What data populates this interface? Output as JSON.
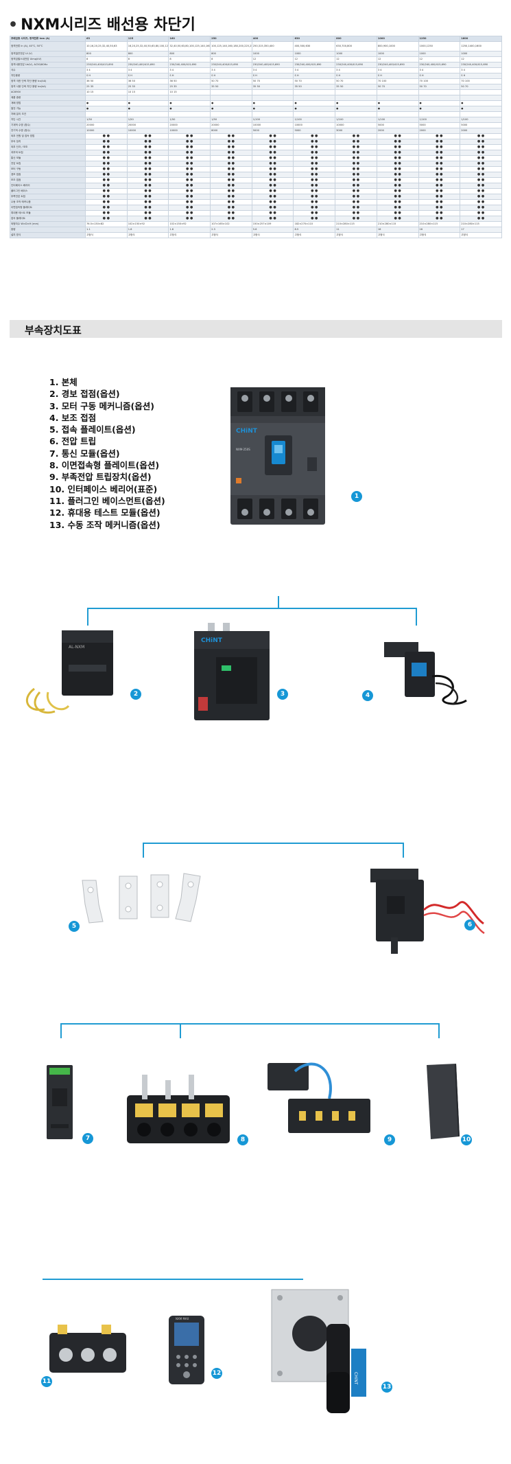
{
  "page": {
    "bullet": "•",
    "title": "NXM시리즈 배선용 차단기"
  },
  "spec_table": {
    "header_label": "프레임형 사이즈, 정격전류 Inm (A)",
    "frames": [
      "63",
      "125",
      "160",
      "250",
      "400",
      "630",
      "800",
      "1000",
      "1250",
      "1600"
    ],
    "rows": [
      {
        "label": "정격전류 In (A), 40°C, 50°C",
        "tall": true,
        "cells": [
          "10,16,20,25,32,40,50,63",
          "16,20,25,32,40,50,63,80,100,125",
          "32,40,50,63,80,100,125,140,160",
          "100,125,140,160,180,200,225,250",
          "250,315,350,400",
          "400,500,630",
          "630,700,800",
          "800,900,1000",
          "1000,1250",
          "1250,1400,1600"
        ]
      },
      {
        "label": "정격절연전압 Ui (V)",
        "cells": [
          "800",
          "800",
          "800",
          "800",
          "1000",
          "1000",
          "1000",
          "1000",
          "1000",
          "1000"
        ]
      },
      {
        "label": "정격임펄스내전압 Uimp(kV)",
        "cells": [
          "8",
          "8",
          "8",
          "8",
          "12",
          "12",
          "12",
          "12",
          "12",
          "12"
        ]
      },
      {
        "label": "정격사용전압 Ue(V), AC50/60Hz",
        "cells": [
          "230/240,400/415,690",
          "230/240,400/415,690",
          "230/240,400/415,690",
          "230/240,400/415,690",
          "230/240,400/415,690",
          "230/240,400/415,690",
          "230/240,400/415,690",
          "230/240,400/415,690",
          "230/240,400/415,690",
          "230/240,400/415,690"
        ]
      },
      {
        "label": "극수",
        "cells": [
          "3  4",
          "3  4",
          "3  4",
          "3  4",
          "3  4",
          "3  4",
          "3  4",
          "3  4",
          "3  4",
          "3  4"
        ]
      },
      {
        "label": "차단용량",
        "cells": [
          "S  H",
          "S  H",
          "S  H",
          "S  H",
          "S  H",
          "S  H",
          "S  H",
          "S  H",
          "S  H",
          "S  H"
        ]
      },
      {
        "label": "정격 극한 단락 차단 용량 Icu(kA)",
        "cells": [
          "36  50",
          "36  50",
          "36  50",
          "50  70",
          "50  70",
          "50  70",
          "50  70",
          "70  100",
          "70  100",
          "70  100"
        ]
      },
      {
        "label": "정격 사용 단락 차단 용량 Ics(kA)",
        "cells": [
          "25  35",
          "25  35",
          "25  35",
          "35  50",
          "35  50",
          "35  50",
          "35  50",
          "50  70",
          "50  70",
          "50  70"
        ]
      },
      {
        "label": "AC690V",
        "cells": [
          "10  15",
          "10  15",
          "10  15",
          "",
          "",
          "",
          "",
          "",
          "",
          ""
        ]
      },
      {
        "label": "제품 중량",
        "cells": [
          "",
          "",
          "",
          "",
          "",
          "",
          "",
          "",
          "",
          ""
        ]
      },
      {
        "label": "개폐 방법",
        "cells": [
          "●",
          "●",
          "●",
          "●",
          "●",
          "●",
          "●",
          "●",
          "●",
          "●"
        ]
      },
      {
        "label": "열전 가능",
        "cells": [
          "●",
          "●",
          "●",
          "●",
          "●",
          "●",
          "●",
          "●",
          "●",
          "●"
        ]
      },
      {
        "label": "차폐 분리 조건",
        "cells": [
          "",
          "",
          "",
          "",
          "",
          "",
          "",
          "",
          "",
          ""
        ]
      },
      {
        "label": "차단 시간",
        "cells": [
          "1/50",
          "1/50",
          "1/50",
          "1/50",
          "1/100",
          "1/100",
          "1/100",
          "1/100",
          "1/100",
          "1/100"
        ]
      },
      {
        "label": "기계적 수명 (횟수)",
        "cells": [
          "20000",
          "20000",
          "20000",
          "20000",
          "10000",
          "10000",
          "10000",
          "5000",
          "5000",
          "5000"
        ]
      },
      {
        "label": "전기적 수명 (횟수)",
        "cells": [
          "10000",
          "10000",
          "10000",
          "8000",
          "5000",
          "5000",
          "3000",
          "2000",
          "2000",
          "2000"
        ]
      },
      {
        "label": "외부 전원 및 접속 방법",
        "dots": true
      },
      {
        "label": "부속 장치",
        "dots": true
      },
      {
        "label": "외부 단자 / 보조",
        "dots": true
      },
      {
        "label": "과부하 트립",
        "dots": true
      },
      {
        "label": "통신 모듈",
        "dots": true
      },
      {
        "label": "전압 트립",
        "dots": true
      },
      {
        "label": "모터 구동",
        "dots": true
      },
      {
        "label": "경보 접점",
        "dots": true
      },
      {
        "label": "보조 접점",
        "dots": true
      },
      {
        "label": "인터페이스 베리어",
        "dots": true
      },
      {
        "label": "플러그인 베이스",
        "dots": true
      },
      {
        "label": "부족전압 트립",
        "dots": true
      },
      {
        "label": "수동 조작 메커니즘",
        "dots": true
      },
      {
        "label": "이면접속형 플레이트",
        "dots": true
      },
      {
        "label": "휴대용 테스트 모듈",
        "dots": true
      },
      {
        "label": "접속 플레이트",
        "dots": true
      },
      {
        "label": "외형치수 W×D×H (mm)",
        "cells": [
          "76.5×130×82",
          "102×150×92",
          "102×150×92",
          "107×165×102",
          "150×257×109",
          "182×270×110",
          "210×280×115",
          "210×280×115",
          "210×280×115",
          "210×280×115"
        ]
      },
      {
        "label": "중량",
        "cells": [
          "1.1",
          "1.6",
          "1.6",
          "2.3",
          "5.6",
          "8.5",
          "11",
          "16",
          "16",
          "17"
        ]
      },
      {
        "label": "설치 방식",
        "cells": [
          "고정식",
          "고정식",
          "고정식",
          "고정식",
          "고정식",
          "고정식",
          "고정식",
          "고정식",
          "고정식",
          "고정식"
        ]
      }
    ]
  },
  "section": {
    "title": "부속장치도표"
  },
  "accessories": [
    "1. 본체",
    "2. 경보 접점(옵션)",
    "3. 모터 구동 메커니즘(옵션)",
    "4. 보조 접점",
    "5. 접속 플레이트(옵션)",
    "6. 전압 트립",
    "7. 통신 모듈(옵션)",
    "8. 이면접속형 플레이트(옵션)",
    "9. 부족전압 트립장치(옵션)",
    "10. 인터페이스 베리어(표준)",
    "11. 플러그인 베이스먼트(옵션)",
    "12. 휴대용 테스트 모듈(옵션)",
    "13. 수동 조작  메커니즘(옵션)"
  ],
  "badges": [
    "1",
    "2",
    "3",
    "4",
    "5",
    "6",
    "7",
    "8",
    "9",
    "10",
    "11",
    "12",
    "13"
  ],
  "product_labels": {
    "brand": "CHiNT",
    "breaker_model": "NXM-250S",
    "alarm_model": "AL-NXM",
    "test_module": "NXM MAX"
  },
  "colors": {
    "accent_blue": "#1697d6",
    "line_blue": "#1f9bd2",
    "section_bar": "#e4e4e4"
  }
}
